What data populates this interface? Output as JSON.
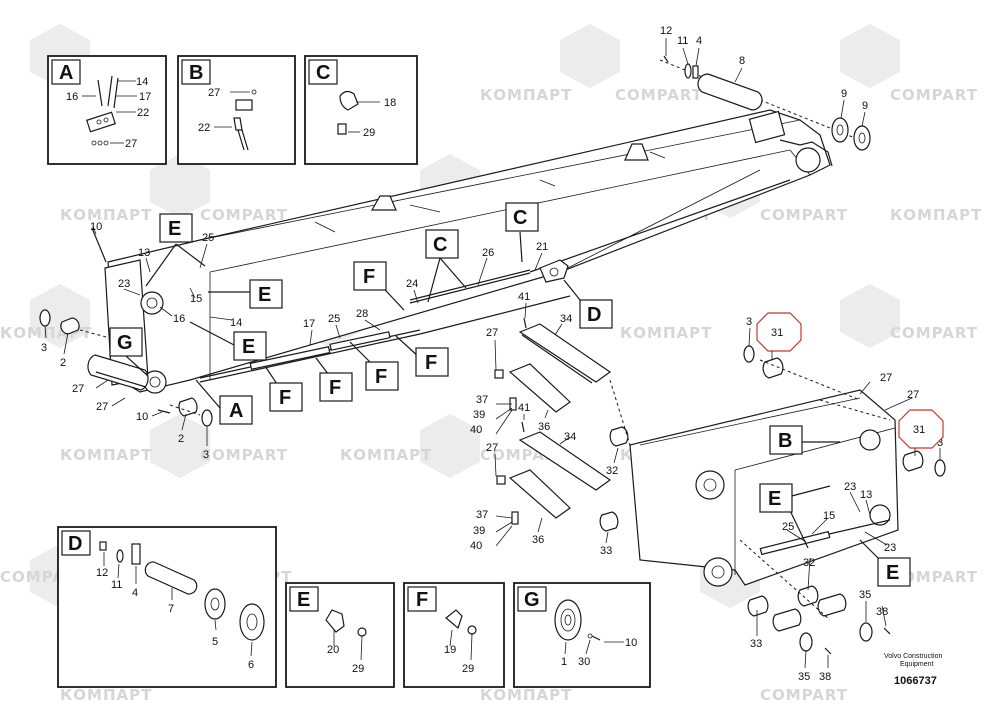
{
  "watermark": {
    "primary": "КОМПАРТ",
    "secondary": "COMPART"
  },
  "callouts": {
    "12a": "12",
    "11a": "11",
    "4a": "4",
    "8a": "8",
    "9a": "9",
    "9b": "9",
    "10a": "10",
    "13a": "13",
    "25a": "25",
    "23a": "23",
    "15a": "15",
    "16a": "16",
    "14a": "14",
    "3a": "3",
    "2a": "2",
    "27a": "27",
    "27b": "27",
    "10b": "10",
    "2b": "2",
    "3b": "3",
    "26a": "26",
    "21a": "21",
    "24a": "24",
    "28a": "28",
    "17a": "17",
    "25b": "25",
    "41a": "41",
    "27c": "27",
    "34a": "34",
    "37a": "37",
    "39a": "39",
    "40a": "40",
    "41b": "41",
    "36a": "36",
    "34b": "34",
    "32a": "32",
    "27d": "27",
    "37b": "37",
    "39b": "39",
    "40b": "40",
    "36b": "36",
    "33a": "33",
    "3c": "3",
    "27e": "27",
    "27f": "27",
    "3d": "3",
    "23b": "23",
    "13b": "13",
    "15b": "15",
    "25c": "25",
    "23c": "23",
    "32b": "32",
    "33b": "33",
    "35a": "35",
    "38a": "38",
    "35b": "35",
    "38b": "38"
  },
  "highlighted": [
    "31",
    "31"
  ],
  "letter_codes": {
    "E1": "E",
    "E2": "E",
    "E3": "E",
    "E4": "E",
    "E5": "E",
    "G1": "G",
    "A1": "A",
    "C1": "C",
    "C2": "C",
    "D1": "D",
    "F1": "F",
    "F2": "F",
    "F3": "F",
    "F4": "F",
    "F5": "F",
    "B1": "B"
  },
  "detail_boxes": {
    "A": {
      "code": "A",
      "labels": [
        "16",
        "14",
        "17",
        "22",
        "27"
      ]
    },
    "B": {
      "code": "B",
      "labels": [
        "27",
        "22"
      ]
    },
    "C": {
      "code": "C",
      "labels": [
        "18",
        "29"
      ]
    },
    "D": {
      "code": "D",
      "labels": [
        "12",
        "11",
        "4",
        "7",
        "5",
        "6"
      ]
    },
    "E": {
      "code": "E",
      "labels": [
        "20",
        "29"
      ]
    },
    "F": {
      "code": "F",
      "labels": [
        "19",
        "29"
      ]
    },
    "G": {
      "code": "G",
      "labels": [
        "1",
        "30",
        "10"
      ]
    }
  },
  "footer": {
    "company_line1": "Volvo Construction",
    "company_line2": "Equipment",
    "document_number": "1066737"
  },
  "colors": {
    "highlight": "#c0392b",
    "ink": "#1a1a1a",
    "watermark": "#d6d6d6"
  }
}
